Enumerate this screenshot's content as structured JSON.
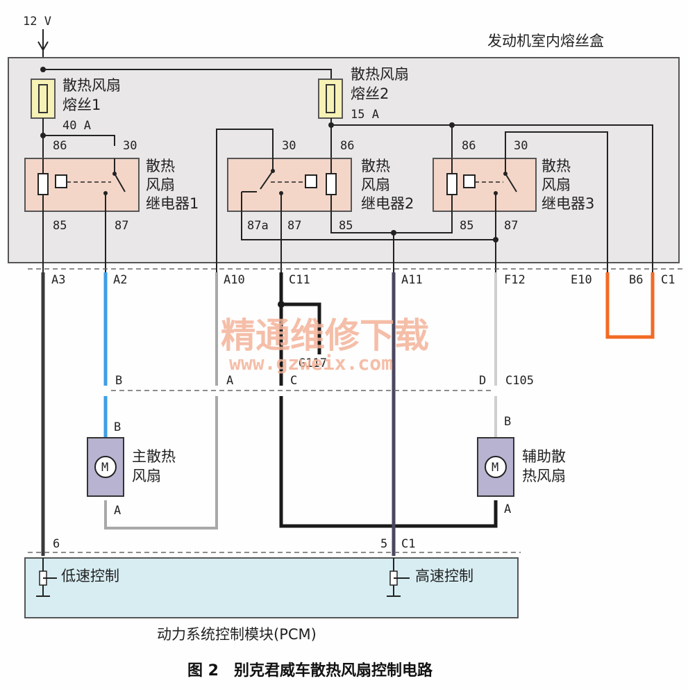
{
  "supply": "12 V",
  "fusebox": {
    "title": "发动机室内熔丝盒",
    "fuse1": {
      "line1": "散热风扇",
      "line2": "熔丝1",
      "rating": "40 A"
    },
    "fuse2": {
      "line1": "散热风扇",
      "line2": "熔丝2",
      "rating": "15 A"
    },
    "relay1": {
      "line1": "散热",
      "line2": "风扇",
      "line3": "继电器1",
      "pins": [
        "86",
        "30",
        "85",
        "87"
      ]
    },
    "relay2": {
      "line1": "散热",
      "line2": "风扇",
      "line3": "继电器2",
      "pins": [
        "30",
        "86",
        "87a",
        "87",
        "85"
      ]
    },
    "relay3": {
      "line1": "散热",
      "line2": "风扇",
      "line3": "继电器3",
      "pins": [
        "86",
        "30",
        "85",
        "87"
      ]
    }
  },
  "connector_c1": {
    "pins": [
      "A3",
      "A2",
      "A10",
      "C11",
      "A11",
      "F12",
      "E10",
      "B6",
      "C1"
    ]
  },
  "ground": "G117",
  "connector_c105": {
    "pins": [
      "B",
      "A",
      "C",
      "D"
    ],
    "name": "C105"
  },
  "main_fan": {
    "line1": "主散热",
    "line2": "风扇",
    "pin_top": "B",
    "pin_bottom": "A",
    "motor": "M"
  },
  "aux_fan": {
    "line1": "辅助散",
    "line2": "热风扇",
    "pin_top": "B",
    "pin_bottom": "A",
    "motor": "M"
  },
  "pcm": {
    "name": "动力系统控制模块(PCM)",
    "pin_low": "6",
    "pin_high": "5",
    "connector": "C1",
    "low_label": "低速控制",
    "high_label": "高速控制"
  },
  "watermark": {
    "line1": "精通维修下载",
    "line2": "www.gzweix.com"
  },
  "caption": "图 2　别克君威车散热风扇控制电路",
  "colors": {
    "fusebox_bg": "#e9e7e8",
    "relay_bg": "#f3d6c8",
    "fuse_bg": "#f6f1b5",
    "pcm_bg": "#d7edf2",
    "motor_bg": "#b8b3d0",
    "wire_blue": "#3f9ee6",
    "wire_gray": "#a8a8a8",
    "wire_black": "#1a1a1a",
    "wire_purple": "#4b4760",
    "wire_orange": "#f26a25",
    "wire_light": "#d8d8d8"
  }
}
